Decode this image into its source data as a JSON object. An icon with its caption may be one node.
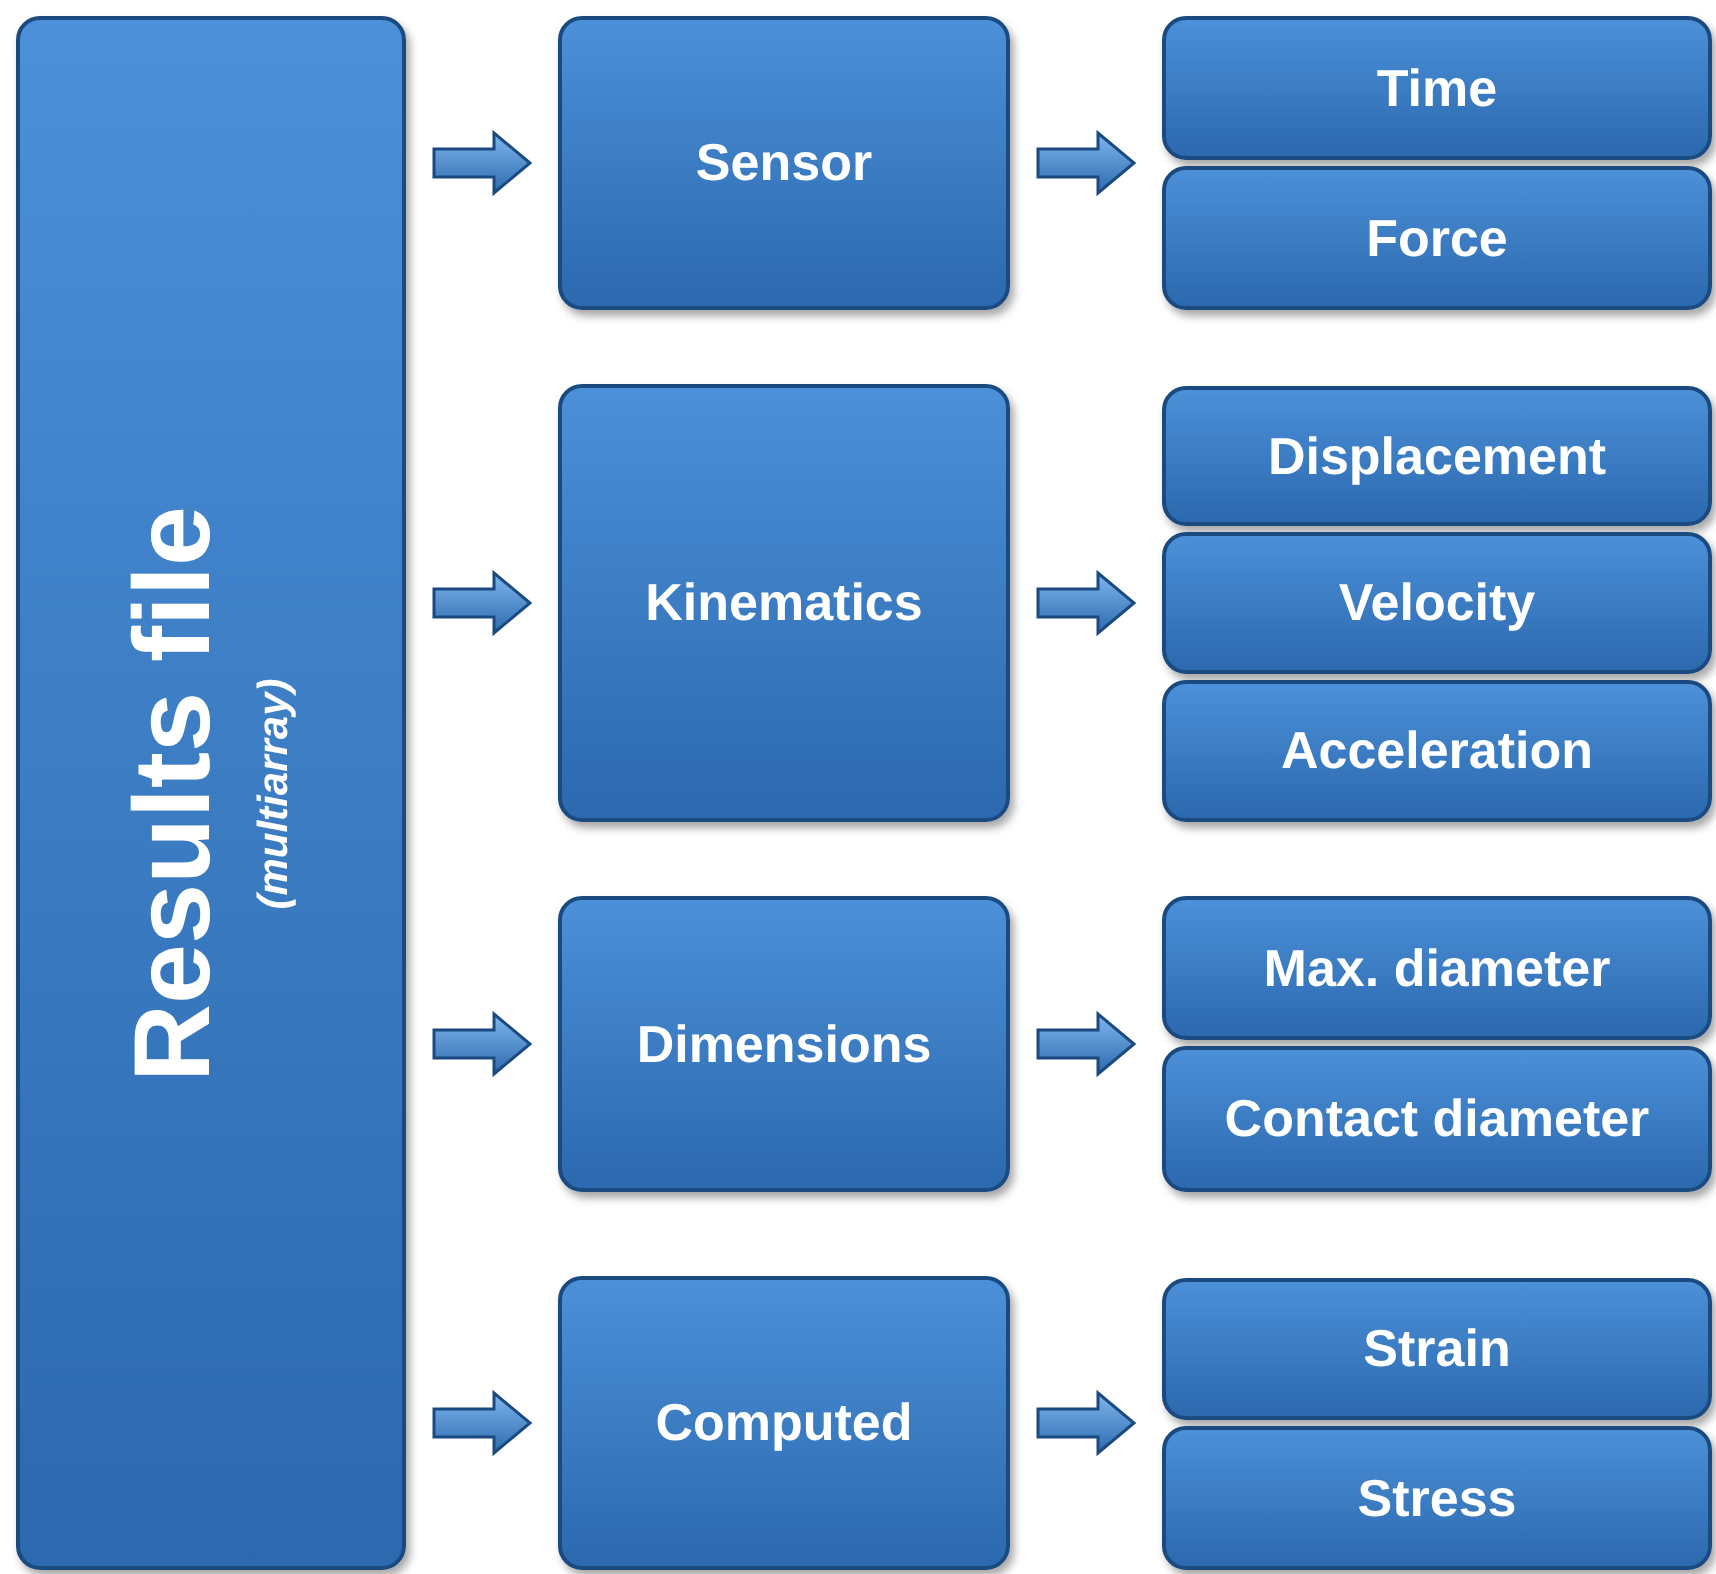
{
  "diagram": {
    "nodes": [
      {
        "text": [
          "Results file",
          "(multiarray)"
        ]
      },
      {
        "text": [
          "Sensor"
        ]
      },
      {
        "text": [
          "Time"
        ]
      },
      {
        "text": [
          "Force"
        ]
      },
      {
        "text": [
          "Kinematics"
        ]
      },
      {
        "text": [
          "Displacement"
        ]
      },
      {
        "text": [
          "Velocity"
        ]
      },
      {
        "text": [
          "Acceleration"
        ]
      },
      {
        "text": [
          "Dimensions"
        ]
      },
      {
        "text": [
          "Max. diameter"
        ]
      },
      {
        "text": [
          "Contact diameter"
        ]
      },
      {
        "text": [
          "Computed"
        ]
      },
      {
        "text": [
          "Strain"
        ]
      },
      {
        "text": [
          "Stress"
        ]
      }
    ],
    "edges": [
      {
        "from": 0,
        "to": 1,
        "arrow": "to"
      },
      {
        "from": 0,
        "to": 4,
        "arrow": "to"
      },
      {
        "from": 0,
        "to": 8,
        "arrow": "to"
      },
      {
        "from": 0,
        "to": 11,
        "arrow": "to"
      },
      {
        "from": 1,
        "to": 2,
        "arrow": "to"
      },
      {
        "from": 1,
        "to": 3,
        "arrow": "to"
      },
      {
        "from": 4,
        "to": 5,
        "arrow": "to"
      },
      {
        "from": 4,
        "to": 6,
        "arrow": "to"
      },
      {
        "from": 4,
        "to": 7,
        "arrow": "to"
      },
      {
        "from": 8,
        "to": 9,
        "arrow": "to"
      },
      {
        "from": 8,
        "to": 10,
        "arrow": "to"
      },
      {
        "from": 11,
        "to": 12,
        "arrow": "to"
      },
      {
        "from": 11,
        "to": 13,
        "arrow": "to"
      }
    ]
  }
}
